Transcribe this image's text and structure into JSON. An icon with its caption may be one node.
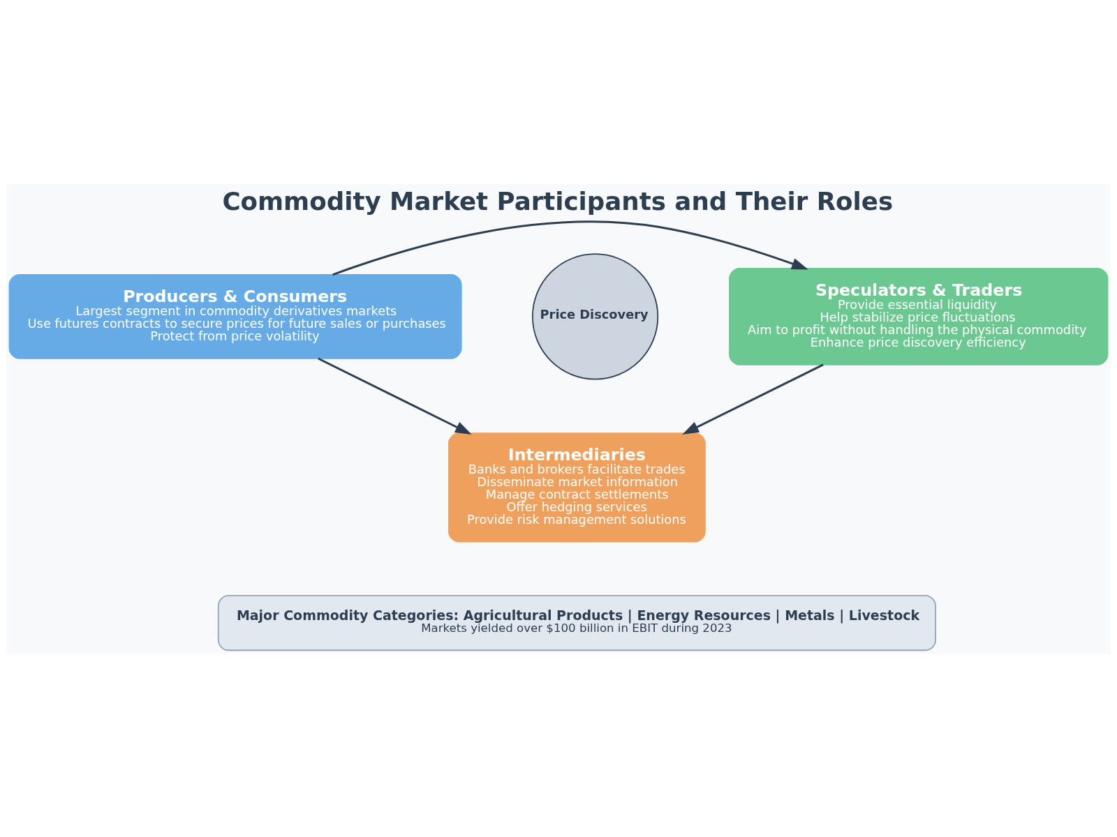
{
  "diagram": {
    "title": "Commodity Market Participants and Their Roles",
    "nodes": [
      {
        "text": [
          "Producers & Consumers",
          "Largest segment in commodity derivatives markets",
          "Use futures contracts to secure prices for future sales or purchases",
          "Protect from price volatility"
        ]
      },
      {
        "text": [
          "Speculators & Traders",
          "Provide essential liquidity",
          "Help stabilize price fluctuations",
          "Aim to profit without handling the physical commodity",
          "Enhance price discovery efficiency"
        ]
      },
      {
        "text": [
          "Price Discovery"
        ]
      },
      {
        "text": [
          "Intermediaries",
          "Banks and brokers facilitate trades",
          "Disseminate market information",
          "Manage contract settlements",
          "Offer hedging services",
          "Provide risk management solutions"
        ]
      },
      {
        "text": [
          "Major Commodity Categories: Agricultural Products | Energy Resources | Metals | Livestock",
          "Markets yielded over $100 billion in EBIT during 2023"
        ]
      }
    ],
    "edges": [
      {
        "from": 0,
        "to": 1,
        "arrow": "to"
      },
      {
        "from": 0,
        "to": 3,
        "arrow": "to"
      },
      {
        "from": 1,
        "to": 3,
        "arrow": "to"
      }
    ]
  }
}
